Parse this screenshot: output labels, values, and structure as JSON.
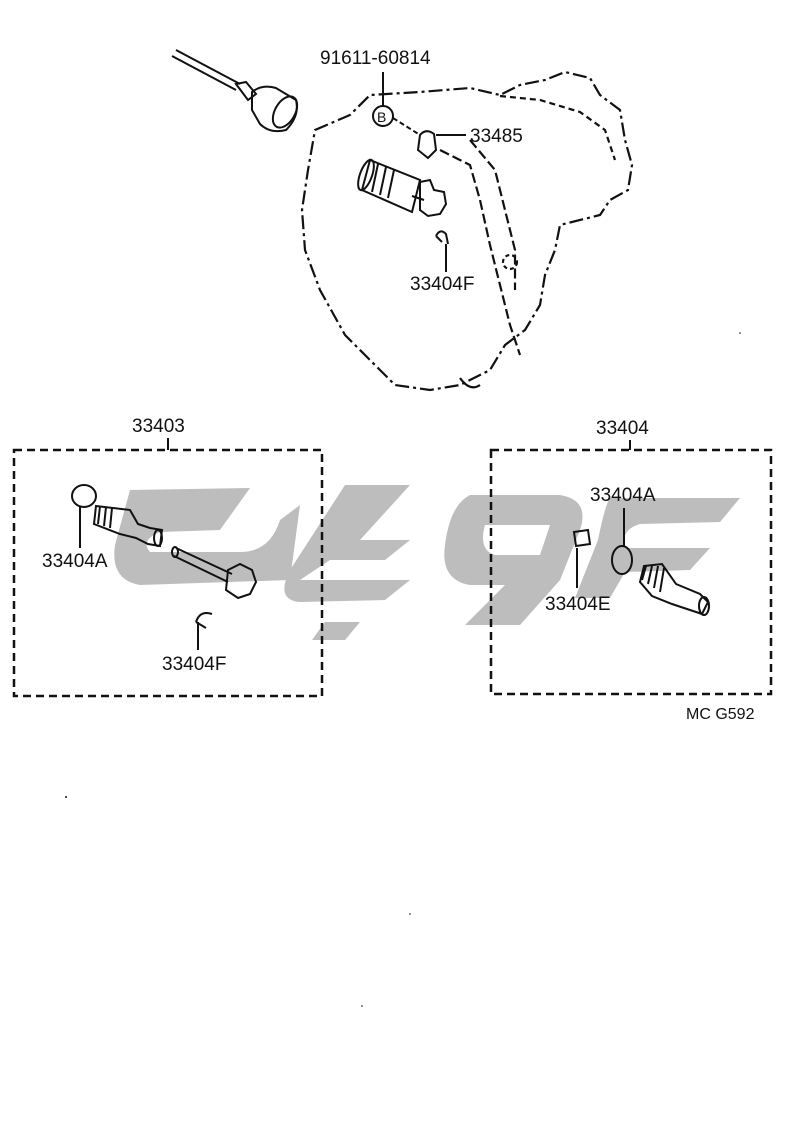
{
  "diagram": {
    "callouts": {
      "bolt": "91611-60814",
      "bolt_marker": "B",
      "clamp": "33485",
      "clip_top": "33404F",
      "kit_left": "33403",
      "kit_right": "33404",
      "oring_left": "33404A",
      "clip_left": "33404F",
      "oring_right": "33404A",
      "bushing_right": "33404E"
    },
    "figure_code": "MC G592",
    "watermark_color": "#bdbdbd",
    "line_color": "#111111"
  }
}
